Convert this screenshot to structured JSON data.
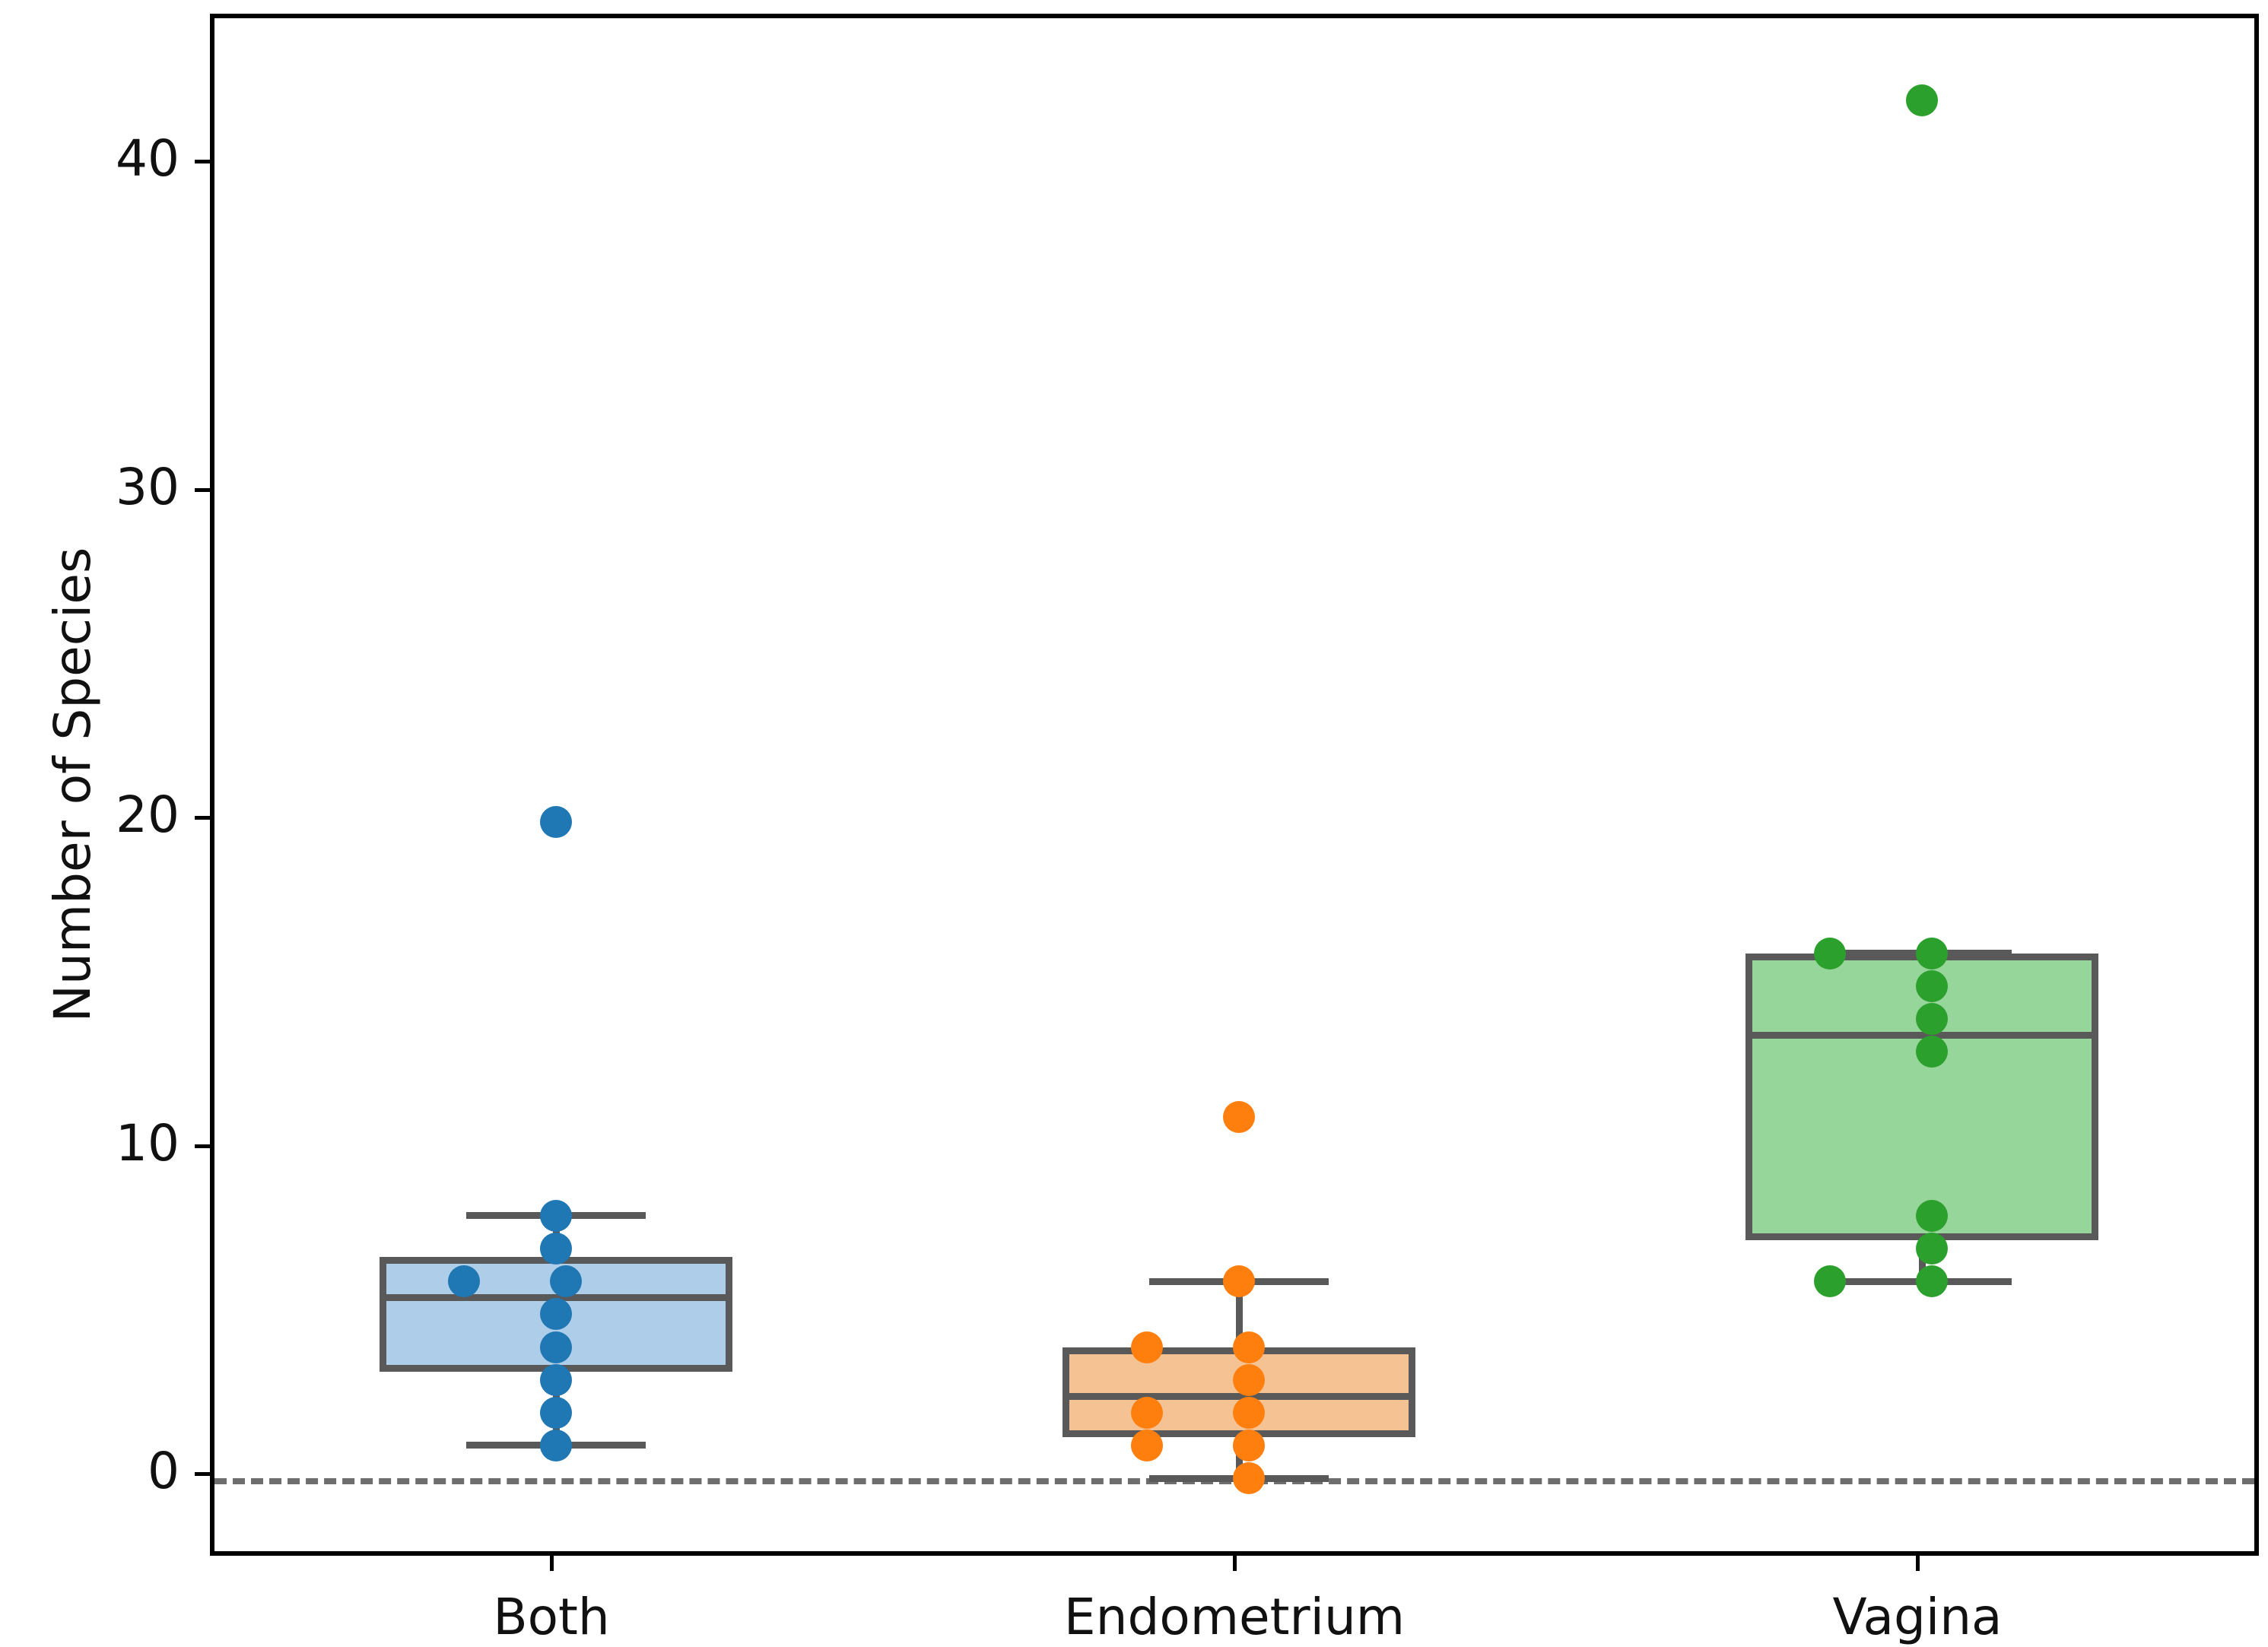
{
  "chart_data": {
    "type": "box",
    "title": "",
    "xlabel": "",
    "ylabel": "Number of Species",
    "categories": [
      "Both",
      "Endometrium",
      "Vagina"
    ],
    "ylim": [
      -2.5,
      44.5
    ],
    "yticks": [
      0,
      10,
      20,
      30,
      40
    ],
    "ytick_labels": [
      "0",
      "10",
      "20",
      "30",
      "40"
    ],
    "grid": false,
    "legend": "none",
    "annotations": [
      {
        "name": "zero-reference-line",
        "y": 0,
        "style": "dashed",
        "color": "#6e6e6e"
      }
    ],
    "series": [
      {
        "name": "Both",
        "color": "#1f77b4",
        "box_fill": "#aecde8",
        "box_edge": "#595959",
        "q1": 3.25,
        "median": 5.5,
        "q3": 6.75,
        "whisker_low": 1,
        "whisker_high": 8,
        "points": [
          {
            "value": 20,
            "offset": 0
          },
          {
            "value": 8,
            "offset": 0
          },
          {
            "value": 7,
            "offset": 0
          },
          {
            "value": 6,
            "offset": -0.045
          },
          {
            "value": 6,
            "offset": 0.005
          },
          {
            "value": 5,
            "offset": 0
          },
          {
            "value": 4,
            "offset": 0
          },
          {
            "value": 3,
            "offset": 0
          },
          {
            "value": 2,
            "offset": 0
          },
          {
            "value": 1,
            "offset": 0
          }
        ]
      },
      {
        "name": "Endometrium",
        "color": "#ff7f0e",
        "box_fill": "#f5c294",
        "box_edge": "#595959",
        "q1": 1.25,
        "median": 2.5,
        "q3": 4,
        "whisker_low": 0,
        "whisker_high": 6,
        "points": [
          {
            "value": 11,
            "offset": 0
          },
          {
            "value": 6,
            "offset": 0
          },
          {
            "value": 4,
            "offset": -0.045
          },
          {
            "value": 4,
            "offset": 0.005
          },
          {
            "value": 3,
            "offset": 0.005
          },
          {
            "value": 2,
            "offset": -0.045
          },
          {
            "value": 2,
            "offset": 0.005
          },
          {
            "value": 1,
            "offset": -0.045
          },
          {
            "value": 1,
            "offset": 0.005
          },
          {
            "value": 0,
            "offset": 0.005
          }
        ]
      },
      {
        "name": "Vagina",
        "color": "#2ca02c",
        "box_fill": "#96d69a",
        "box_edge": "#595959",
        "q1": 7.25,
        "median": 13.5,
        "q3": 16,
        "whisker_low": 6,
        "whisker_high": 16,
        "points": [
          {
            "value": 42,
            "offset": 0
          },
          {
            "value": 16,
            "offset": -0.045
          },
          {
            "value": 16,
            "offset": 0.005
          },
          {
            "value": 15,
            "offset": 0.005
          },
          {
            "value": 14,
            "offset": 0.005
          },
          {
            "value": 13,
            "offset": 0.005
          },
          {
            "value": 8,
            "offset": 0.005
          },
          {
            "value": 7,
            "offset": 0.005
          },
          {
            "value": 6,
            "offset": -0.045
          },
          {
            "value": 6,
            "offset": 0.005
          }
        ]
      }
    ]
  }
}
